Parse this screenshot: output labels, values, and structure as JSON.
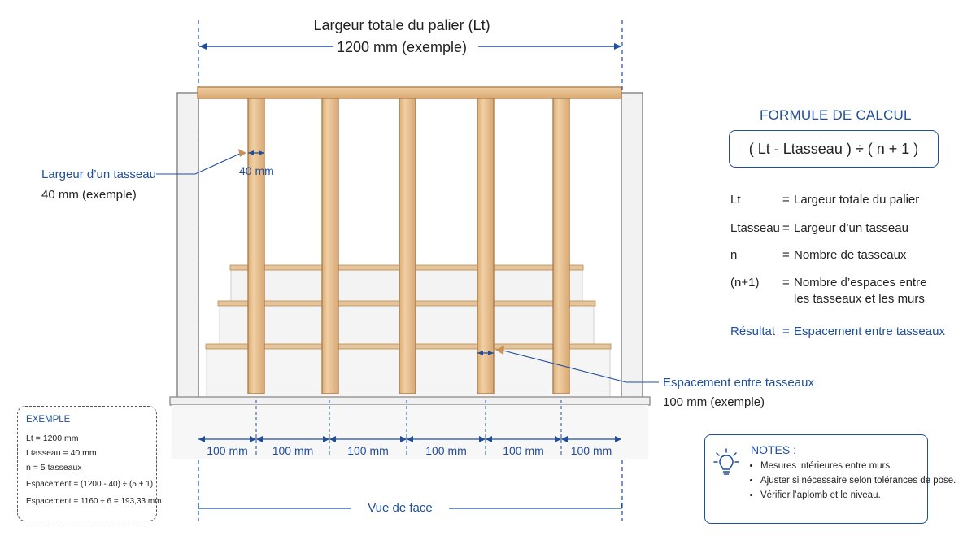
{
  "dimensions": {
    "total_title": "Largeur totale du palier (Lt)",
    "total_value": "1200 mm (exemple)",
    "tasseau_label": "40 mm",
    "spacing_labels": [
      "100 mm",
      "100 mm",
      "100 mm",
      "100 mm",
      "100 mm",
      "100 mm"
    ],
    "view_label": "Vue de face"
  },
  "callouts": {
    "tasseau_title": "Largeur d’un tasseau",
    "tasseau_value": "40 mm (exemple)",
    "spacing_title": "Espacement entre tasseaux",
    "spacing_value": "100 mm (exemple)"
  },
  "formula": {
    "heading": "FORMULE DE CALCUL",
    "expression": "( Lt - Ltasseau ) ÷ ( n + 1 )",
    "legend": [
      {
        "symbol": "Lt",
        "eq": "=",
        "definition": "Largeur totale du palier"
      },
      {
        "symbol": "Ltasseau",
        "eq": "=",
        "definition": "Largeur d’un tasseau"
      },
      {
        "symbol": "n",
        "eq": "=",
        "definition": "Nombre de tasseaux"
      },
      {
        "symbol": "(n+1)",
        "eq": "=",
        "definition": "Nombre d’espaces entre",
        "definition_2": "les tasseaux et les murs"
      },
      {
        "symbol": "Résultat",
        "eq": "=",
        "definition": "Espacement entre tasseaux"
      }
    ]
  },
  "example": {
    "title": "EXEMPLE",
    "lines": [
      "Lt = 1200 mm",
      "Ltasseau = 40 mm",
      "n = 5 tasseaux",
      "Espacement = (1200 - 40) ÷ (5 + 1)",
      "Espacement = 1160 ÷ 6 = 193,33 mm"
    ]
  },
  "notes": {
    "title": "NOTES :",
    "icon": "lightbulb-icon",
    "items": [
      "Mesures intérieures entre murs.",
      "Ajuster si nécessaire selon tolérances de pose.",
      "Vérifier l’aplomb et le niveau."
    ]
  },
  "colors": {
    "accent": "#1f4e9c",
    "wood": "#e9c598",
    "wood_edge": "#b98a56",
    "wall": "#f1f1f1",
    "wall_edge": "#8a8a8a",
    "callout_arrow": "#c8935a"
  },
  "counts": {
    "tasseaux": 5,
    "steps": 3
  }
}
